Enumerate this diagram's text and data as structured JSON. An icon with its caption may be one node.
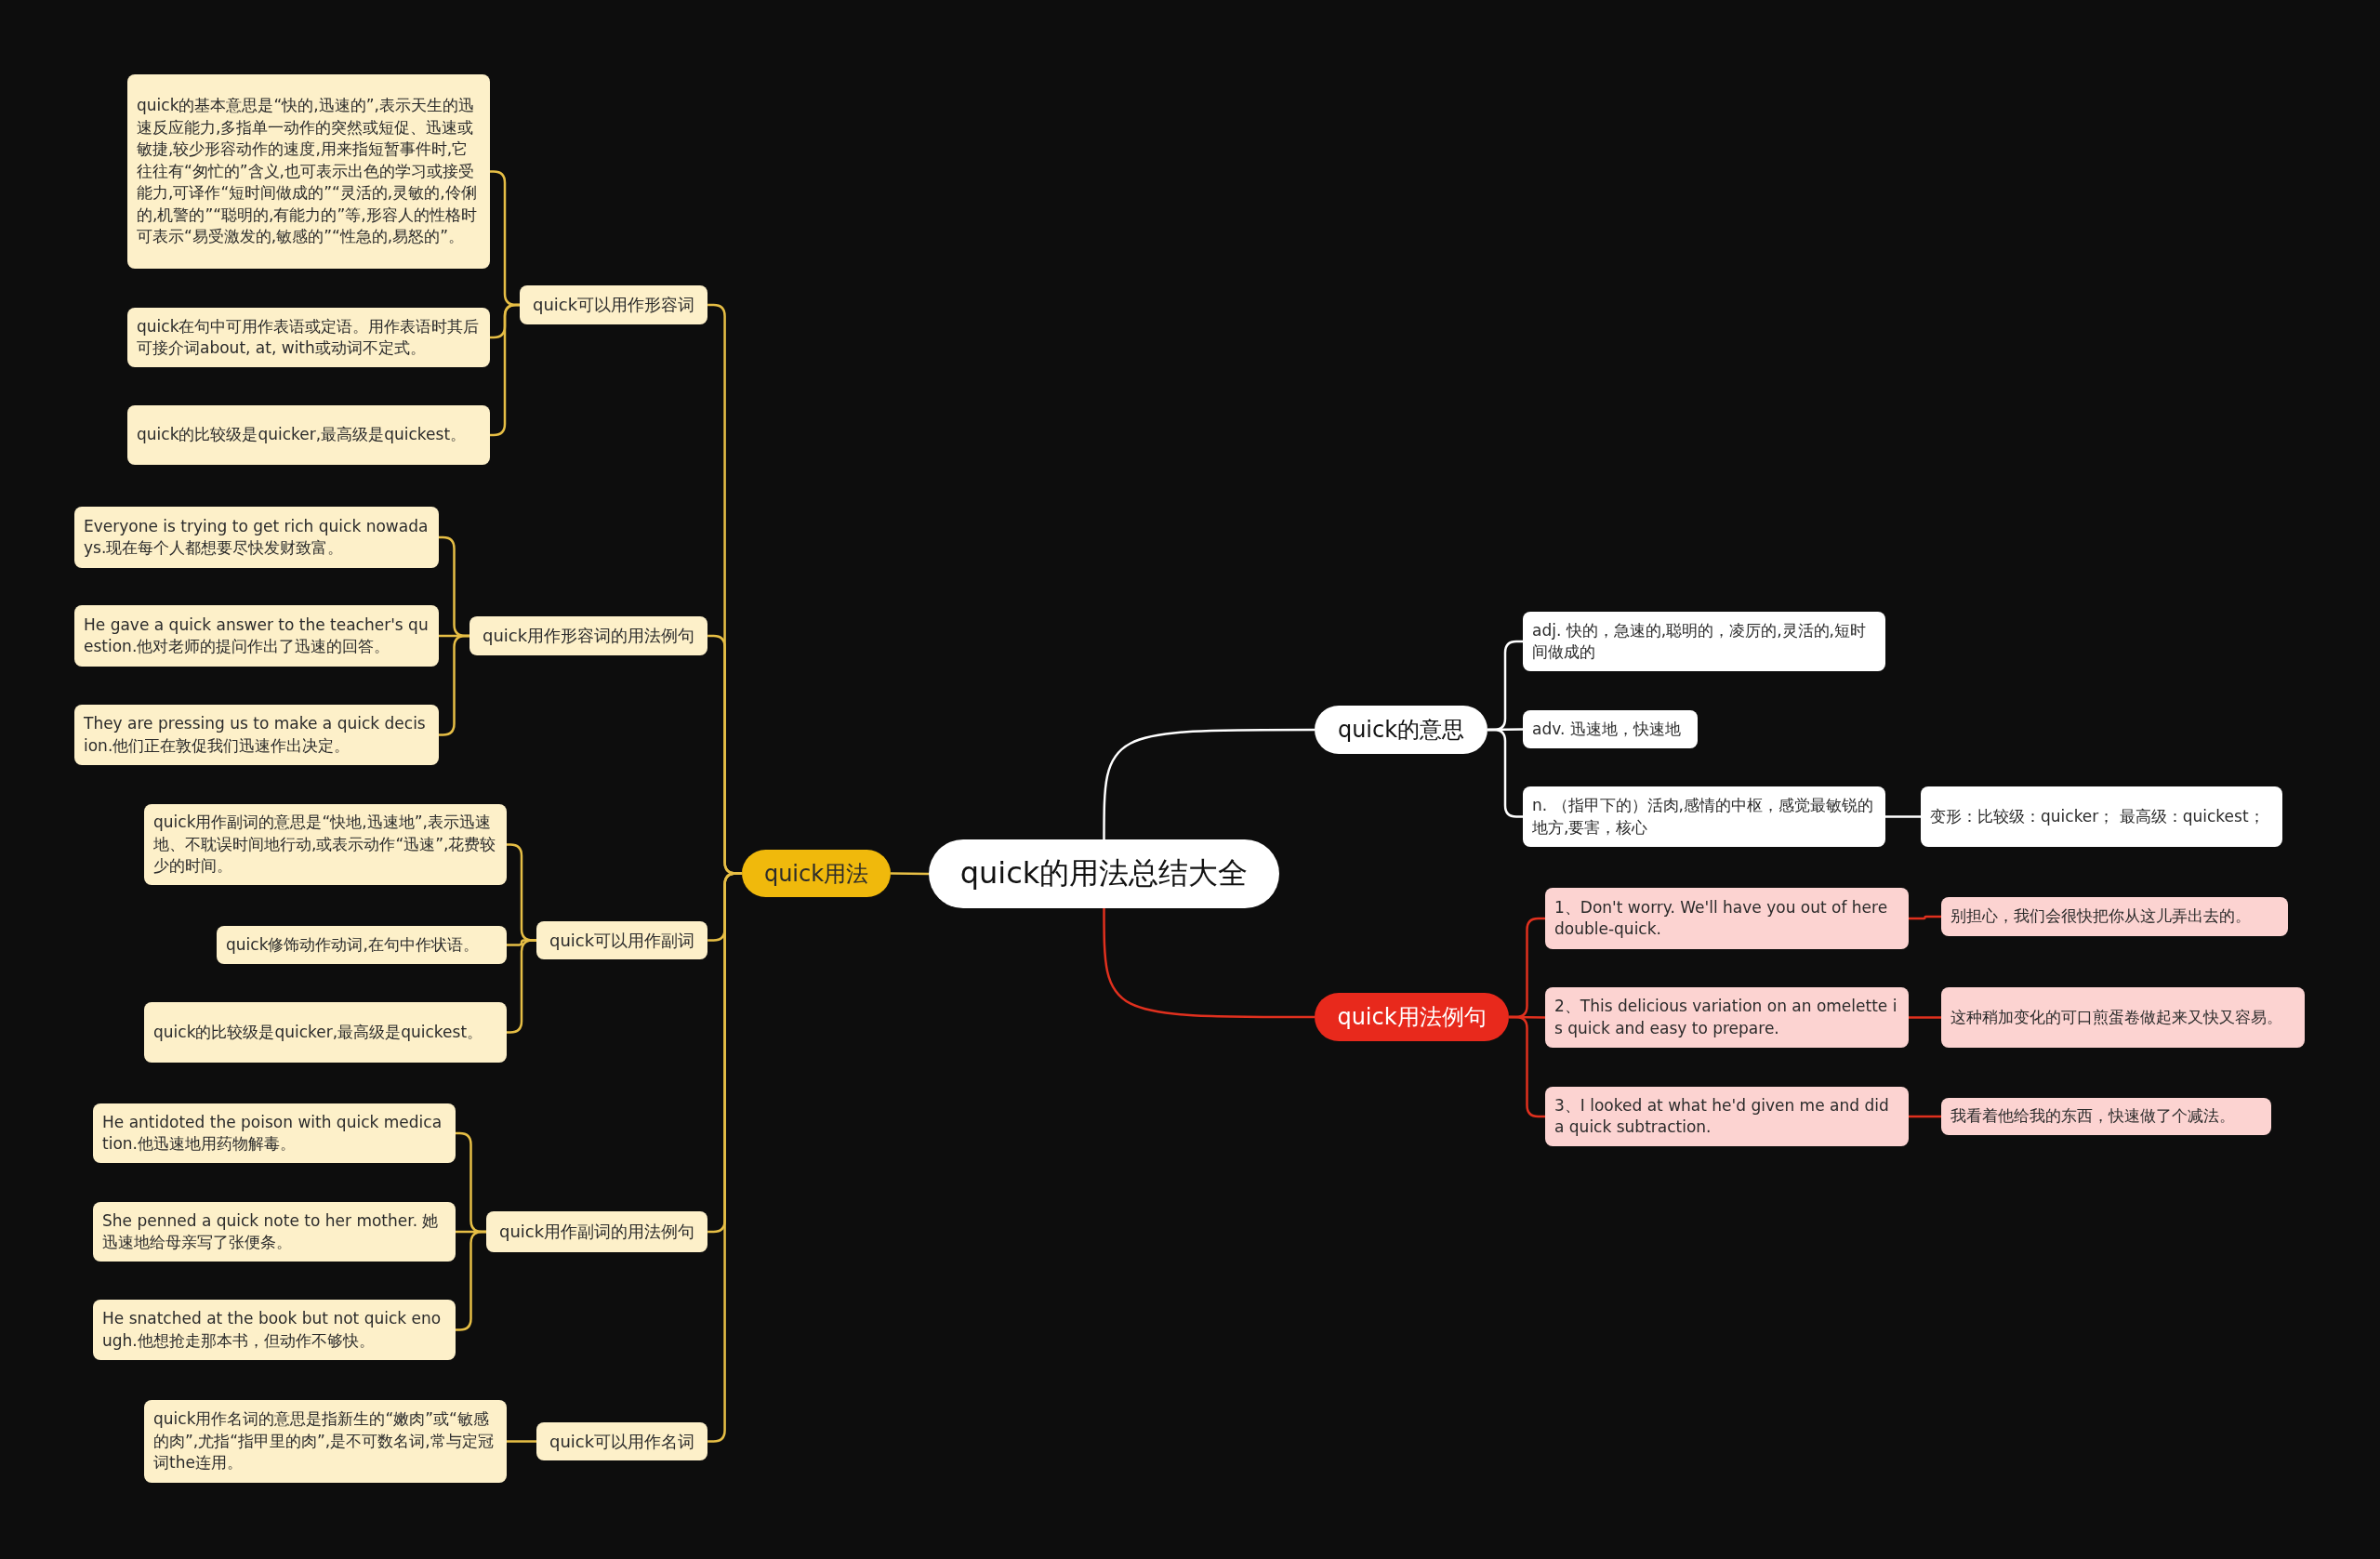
{
  "diagram": {
    "nodes": [
      {
        "text": [
          "quick的用法总结大全"
        ]
      },
      {
        "text": [
          "quick用法"
        ]
      },
      {
        "text": [
          "quick可以用作形容词"
        ]
      },
      {
        "text": [
          "quick的基本意思是“快的,迅速的”,表示天生的迅速反应能力,多指单一动作的突然或短促、迅速或敏捷,较少形容动作的速度,用来指短暂事件时,它往往有“匆忙的”含义,也可表示出色的学习或接受能力,可译作“短时间做成的”“灵活的,灵敏的,伶俐的,机警的”“聪明的,有能力的”等,形容人的性格时可表示“易受激发的,敏感的”“性急的,易怒的”。"
        ]
      },
      {
        "text": [
          "quick在句中可用作表语或定语。用作表语时其后可接介词about, at, with或动词不定式。"
        ]
      },
      {
        "text": [
          "quick的比较级是quicker,最高级是quickest。"
        ]
      },
      {
        "text": [
          "quick用作形容词的用法例句"
        ]
      },
      {
        "text": [
          "Everyone is trying to get rich quick nowadays.现在每个人都想要尽快发财致富。"
        ]
      },
      {
        "text": [
          "He gave a quick answer to the teacher's question.他对老师的提问作出了迅速的回答。"
        ]
      },
      {
        "text": [
          "They are pressing us to make a quick decision.他们正在敦促我们迅速作出决定。"
        ]
      },
      {
        "text": [
          "quick可以用作副词"
        ]
      },
      {
        "text": [
          "quick用作副词的意思是“快地,迅速地”,表示迅速地、不耽误时间地行动,或表示动作“迅速”,花费较少的时间。"
        ]
      },
      {
        "text": [
          "quick修饰动作动词,在句中作状语。"
        ]
      },
      {
        "text": [
          "quick的比较级是quicker,最高级是quickest。"
        ]
      },
      {
        "text": [
          "quick用作副词的用法例句"
        ]
      },
      {
        "text": [
          "He antidoted the poison with quick medication.他迅速地用药物解毒。"
        ]
      },
      {
        "text": [
          "She penned a quick note to her mother. 她迅速地给母亲写了张便条。"
        ]
      },
      {
        "text": [
          "He snatched at the book but not quick enough.他想抢走那本书，但动作不够快。"
        ]
      },
      {
        "text": [
          "quick可以用作名词"
        ]
      },
      {
        "text": [
          "quick用作名词的意思是指新生的“嫩肉”或“敏感的肉”,尤指“指甲里的肉”,是不可数名词,常与定冠词the连用。"
        ]
      },
      {
        "text": [
          "quick的意思"
        ]
      },
      {
        "text": [
          "adj. 快的，急速的,聪明的，凌厉的,灵活的,短时间做成的"
        ]
      },
      {
        "text": [
          "adv. 迅速地，快速地"
        ]
      },
      {
        "text": [
          "n. （指甲下的）活肉,感情的中枢，感觉最敏锐的地方,要害，核心"
        ]
      },
      {
        "text": [
          "变形：比较级：quicker； 最高级：quickest；"
        ]
      },
      {
        "text": [
          "quick用法例句"
        ]
      },
      {
        "text": [
          "1、Don't worry. We'll have you out of here double-quick."
        ]
      },
      {
        "text": [
          "别担心，我们会很快把你从这儿弄出去的。"
        ]
      },
      {
        "text": [
          "2、This delicious variation on an omelette is quick and easy to prepare."
        ]
      },
      {
        "text": [
          "这种稍加变化的可口煎蛋卷做起来又快又容易。"
        ]
      },
      {
        "text": [
          "3、I looked at what he'd given me and did a quick subtraction."
        ]
      },
      {
        "text": [
          "我看着他给我的东西，快速做了个减法。"
        ]
      }
    ],
    "edges": [
      {
        "from": 0,
        "to": 1,
        "arrow": "none"
      },
      {
        "from": 1,
        "to": 2,
        "arrow": "none"
      },
      {
        "from": 1,
        "to": 6,
        "arrow": "none"
      },
      {
        "from": 1,
        "to": 10,
        "arrow": "none"
      },
      {
        "from": 1,
        "to": 14,
        "arrow": "none"
      },
      {
        "from": 1,
        "to": 18,
        "arrow": "none"
      },
      {
        "from": 2,
        "to": 3,
        "arrow": "none"
      },
      {
        "from": 2,
        "to": 4,
        "arrow": "none"
      },
      {
        "from": 2,
        "to": 5,
        "arrow": "none"
      },
      {
        "from": 6,
        "to": 7,
        "arrow": "none"
      },
      {
        "from": 6,
        "to": 8,
        "arrow": "none"
      },
      {
        "from": 6,
        "to": 9,
        "arrow": "none"
      },
      {
        "from": 10,
        "to": 11,
        "arrow": "none"
      },
      {
        "from": 10,
        "to": 12,
        "arrow": "none"
      },
      {
        "from": 10,
        "to": 13,
        "arrow": "none"
      },
      {
        "from": 14,
        "to": 15,
        "arrow": "none"
      },
      {
        "from": 14,
        "to": 16,
        "arrow": "none"
      },
      {
        "from": 14,
        "to": 17,
        "arrow": "none"
      },
      {
        "from": 18,
        "to": 19,
        "arrow": "none"
      },
      {
        "from": 0,
        "to": 20,
        "arrow": "none",
        "color": "#ffffff"
      },
      {
        "from": 20,
        "to": 21,
        "arrow": "none",
        "color": "#ffffff"
      },
      {
        "from": 20,
        "to": 22,
        "arrow": "none",
        "color": "#ffffff"
      },
      {
        "from": 20,
        "to": 23,
        "arrow": "none",
        "color": "#ffffff"
      },
      {
        "from": 23,
        "to": 24,
        "arrow": "none",
        "color": "#ffffff"
      },
      {
        "from": 0,
        "to": 25,
        "arrow": "none",
        "color": "#e0301e"
      },
      {
        "from": 25,
        "to": 26,
        "arrow": "none",
        "color": "#e0301e"
      },
      {
        "from": 25,
        "to": 28,
        "arrow": "none",
        "color": "#e0301e"
      },
      {
        "from": 25,
        "to": 30,
        "arrow": "none",
        "color": "#e0301e"
      },
      {
        "from": 26,
        "to": 27,
        "arrow": "none",
        "color": "#e0301e"
      },
      {
        "from": 28,
        "to": 29,
        "arrow": "none",
        "color": "#e0301e"
      },
      {
        "from": 30,
        "to": 31,
        "arrow": "none",
        "color": "#e0301e"
      }
    ]
  }
}
